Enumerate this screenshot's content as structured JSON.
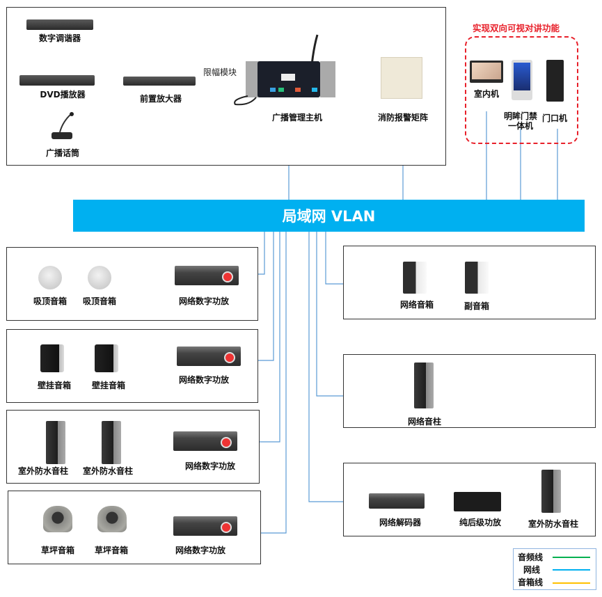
{
  "diagram": {
    "title": "广播系统拓扑",
    "network_bus": {
      "label": "局域网 VLAN",
      "color": "#00b0f0"
    },
    "colors": {
      "audio_line": "#00b050",
      "network_line": "#5b9bd5",
      "speaker_line": "#ffc000",
      "intercom_highlight": "#e8202a"
    },
    "top_section": {
      "sources": [
        {
          "name": "数字调谐器",
          "icon": "rack-tuner-icon"
        },
        {
          "name": "DVD播放器",
          "icon": "dvd-player-icon"
        },
        {
          "name": "广播话筒",
          "icon": "microphone-icon"
        }
      ],
      "preamp": {
        "name": "前置放大器",
        "icon": "preamp-icon"
      },
      "limiter_label": "限幅模块",
      "host": {
        "name": "广播管理主机",
        "icon": "broadcast-host-icon"
      },
      "fire_alarm": {
        "name": "消防报警矩阵",
        "icon": "fire-alarm-matrix-icon"
      }
    },
    "intercom": {
      "title": "实现双向可视对讲功能",
      "devices": [
        {
          "name": "室内机",
          "icon": "indoor-unit-icon"
        },
        {
          "name": "明眸门禁一体机",
          "line1": "明眸门禁",
          "line2": "一体机",
          "icon": "face-access-terminal-icon"
        },
        {
          "name": "门口机",
          "icon": "door-station-icon"
        }
      ]
    },
    "left_zones": [
      {
        "speakers": [
          "吸顶音箱",
          "吸顶音箱"
        ],
        "speaker_icon": "ceiling-speaker-icon",
        "amp": "网络数字功放"
      },
      {
        "speakers": [
          "壁挂音箱",
          "壁挂音箱"
        ],
        "speaker_icon": "wall-speaker-icon",
        "amp": "网络数字功放"
      },
      {
        "speakers": [
          "室外防水音柱",
          "室外防水音柱"
        ],
        "speaker_icon": "column-speaker-icon",
        "amp": "网络数字功放"
      },
      {
        "speakers": [
          "草坪音箱",
          "草坪音箱"
        ],
        "speaker_icon": "lawn-speaker-icon",
        "amp": "网络数字功放"
      }
    ],
    "right_zones": [
      {
        "devices": [
          "网络音箱",
          "副音箱"
        ]
      },
      {
        "devices": [
          "网络音柱"
        ]
      },
      {
        "devices": [
          "网络解码器",
          "纯后级功放",
          "室外防水音柱"
        ]
      }
    ],
    "legend": [
      {
        "label": "音频线",
        "color": "#00b050"
      },
      {
        "label": "网线",
        "color": "#00b0f0"
      },
      {
        "label": "音箱线",
        "color": "#ffc000"
      }
    ]
  }
}
